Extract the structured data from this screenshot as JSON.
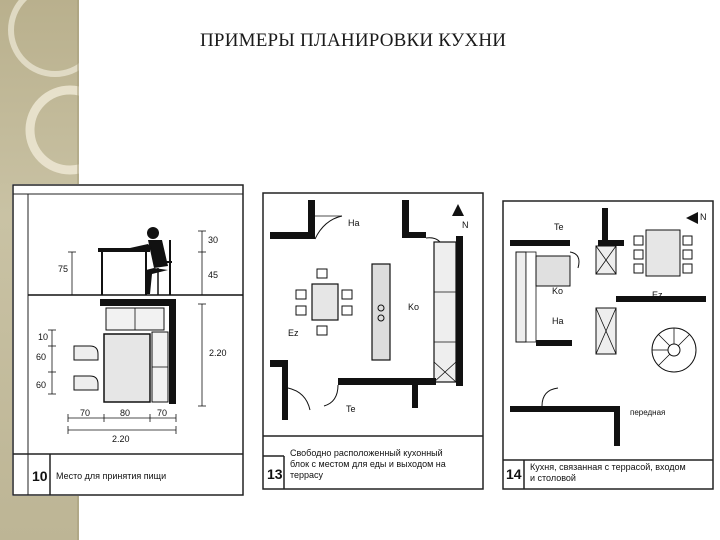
{
  "title": "ПРИМЕРЫ ПЛАНИРОВКИ КУХНИ",
  "panel10": {
    "number": "10",
    "caption": "Место для принятия пищи",
    "dims": {
      "h75": "75",
      "h30": "30",
      "h45": "45",
      "l10": "10",
      "l60a": "60",
      "l60b": "60",
      "b70a": "70",
      "b80": "80",
      "b70b": "70",
      "total": "2.20",
      "right": "2.20"
    }
  },
  "panel13": {
    "number": "13",
    "caption_line1": "Свободно расположенный кухонный",
    "caption_line2": "блок с местом для еды и выходом на",
    "caption_line3": "террасу",
    "labels": {
      "ha": "Ha",
      "n": "N",
      "ko": "Ko",
      "ez": "Ez",
      "te": "Te"
    }
  },
  "panel14": {
    "number": "14",
    "caption_line1": "Кухня, связанная с террасой, входом",
    "caption_line2": "и столовой",
    "labels": {
      "te": "Te",
      "n": "N",
      "ko": "Ko",
      "ha": "Ha",
      "ez": "Ez",
      "hall": "передная"
    }
  }
}
